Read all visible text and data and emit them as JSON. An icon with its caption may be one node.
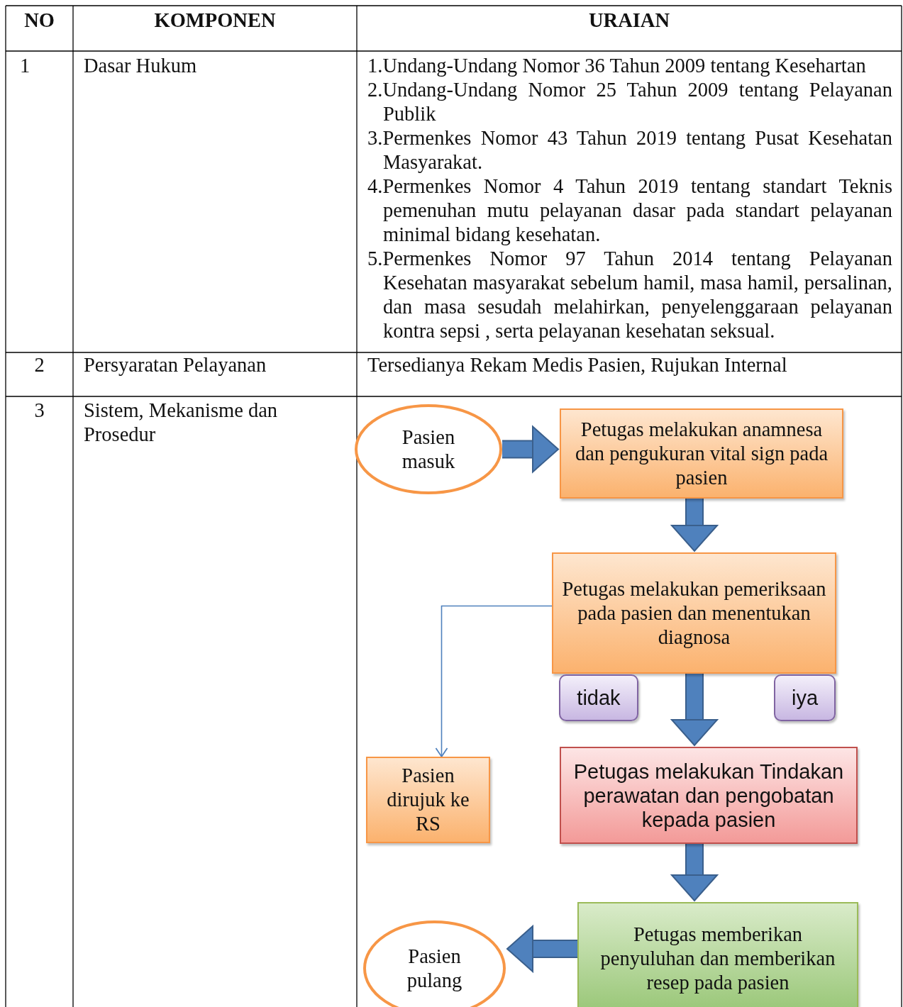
{
  "diagram": {
    "nodes": [
      {
        "text": [
          "Pasien masuk"
        ]
      },
      {
        "text": [
          "Petugas melakukan anamnesa dan pengukuran vital sign pada pasien"
        ]
      },
      {
        "text": [
          "Petugas melakukan pemeriksaan pada pasien dan menentukan diagnosa"
        ]
      },
      {
        "text": [
          "tidak"
        ]
      },
      {
        "text": [
          "iya"
        ]
      },
      {
        "text": [
          "Pasien dirujuk ke RS"
        ]
      },
      {
        "text": [
          "Petugas melakukan Tindakan perawatan dan pengobatan kepada pasien"
        ]
      },
      {
        "text": [
          "Petugas memberikan penyuluhan dan memberikan resep pada pasien"
        ]
      },
      {
        "text": [
          "Pasien pulang"
        ]
      }
    ],
    "edges": [
      {
        "from": 0,
        "to": 1,
        "arrow": "to"
      },
      {
        "from": 1,
        "to": 2,
        "arrow": "to"
      },
      {
        "from": 2,
        "to": 5,
        "arrow": "to"
      },
      {
        "from": 2,
        "to": 6,
        "arrow": "to"
      },
      {
        "from": 6,
        "to": 7,
        "arrow": "to"
      },
      {
        "from": 7,
        "to": 8,
        "arrow": "to"
      }
    ],
    "labels": [
      "NO",
      "KOMPONEN",
      "URAIAN",
      "1",
      "Dasar Hukum",
      "1.Undang-Undang Nomor 36 Tahun 2009 tentang Kesehartan",
      "2.Undang-Undang Nomor 25 Tahun 2009 tentang Pelayanan Publik",
      "3.Permenkes Nomor 43 Tahun 2019 tentang Pusat Kesehatan Masyarakat.",
      "4.Permenkes Nomor 4 Tahun 2019 tentang standart Teknis pemenuhan mutu pelayanan dasar pada standart pelayanan minimal bidang kesehatan.",
      "5.Permenkes Nomor 97 Tahun 2014 tentang Pelayanan Kesehatan masyarakat sebelum hamil, masa hamil, persalinan, dan masa sesudah melahirkan, penyelenggaraan pelayanan kontra sepsi , serta pelayanan kesehatan seksual.",
      "2",
      "Persyaratan Pelayanan",
      "Tersedianya Rekam Medis Pasien, Rujukan Internal",
      "3",
      "Sistem, Mekanisme dan Prosedur"
    ]
  }
}
